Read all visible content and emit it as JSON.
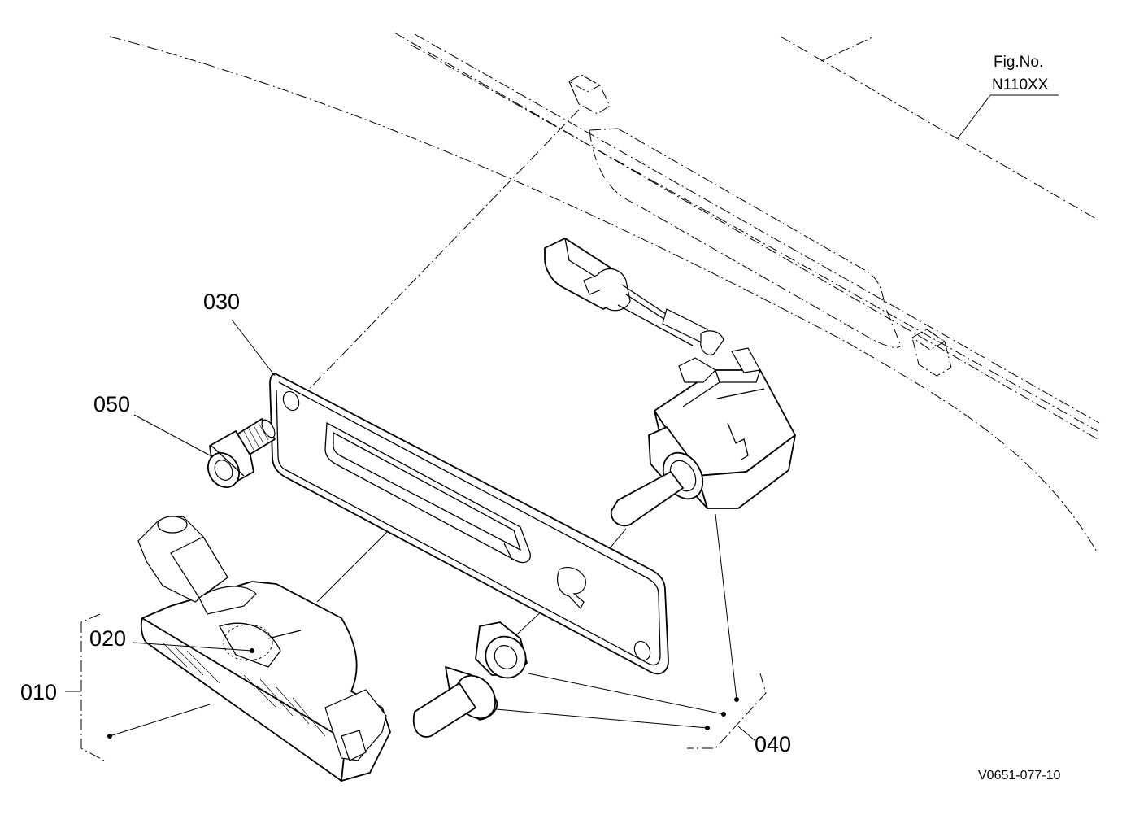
{
  "figure": {
    "fig_no_label": "Fig.No.",
    "fig_no_value": "N110XX",
    "drawing_ref": "V0651-077-10"
  },
  "callouts": {
    "p010": "010",
    "p020": "020",
    "p030": "030",
    "p040": "040",
    "p050": "050"
  }
}
